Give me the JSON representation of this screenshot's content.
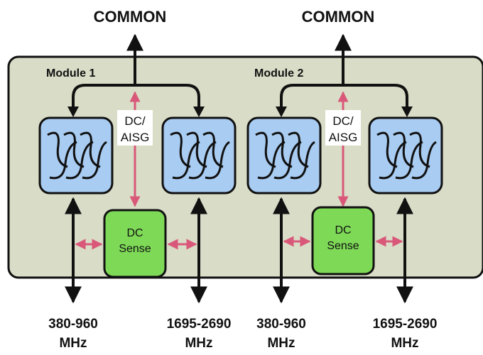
{
  "colors": {
    "panel_fill": "#d9dcc6",
    "panel_stroke": "#111111",
    "filter_fill": "#a9ccf2",
    "sense_fill": "#7ed957",
    "pink": "#d9587a",
    "black": "#111111"
  },
  "modules": [
    {
      "label": "Module 1",
      "common_label": "COMMON",
      "dc_aisg_line1": "DC/",
      "dc_aisg_line2": "AISG",
      "dc_sense_line1": "DC",
      "dc_sense_line2": "Sense",
      "low_band_line1": "380-960",
      "low_band_line2": "MHz",
      "high_band_line1": "1695-2690",
      "high_band_line2": "MHz",
      "filter_icon": "bandpass-filter-icon"
    },
    {
      "label": "Module 2",
      "common_label": "COMMON",
      "dc_aisg_line1": "DC/",
      "dc_aisg_line2": "AISG",
      "dc_sense_line1": "DC",
      "dc_sense_line2": "Sense",
      "low_band_line1": "380-960",
      "low_band_line2": "MHz",
      "high_band_line1": "1695-2690",
      "high_band_line2": "MHz",
      "filter_icon": "bandpass-filter-icon"
    }
  ]
}
